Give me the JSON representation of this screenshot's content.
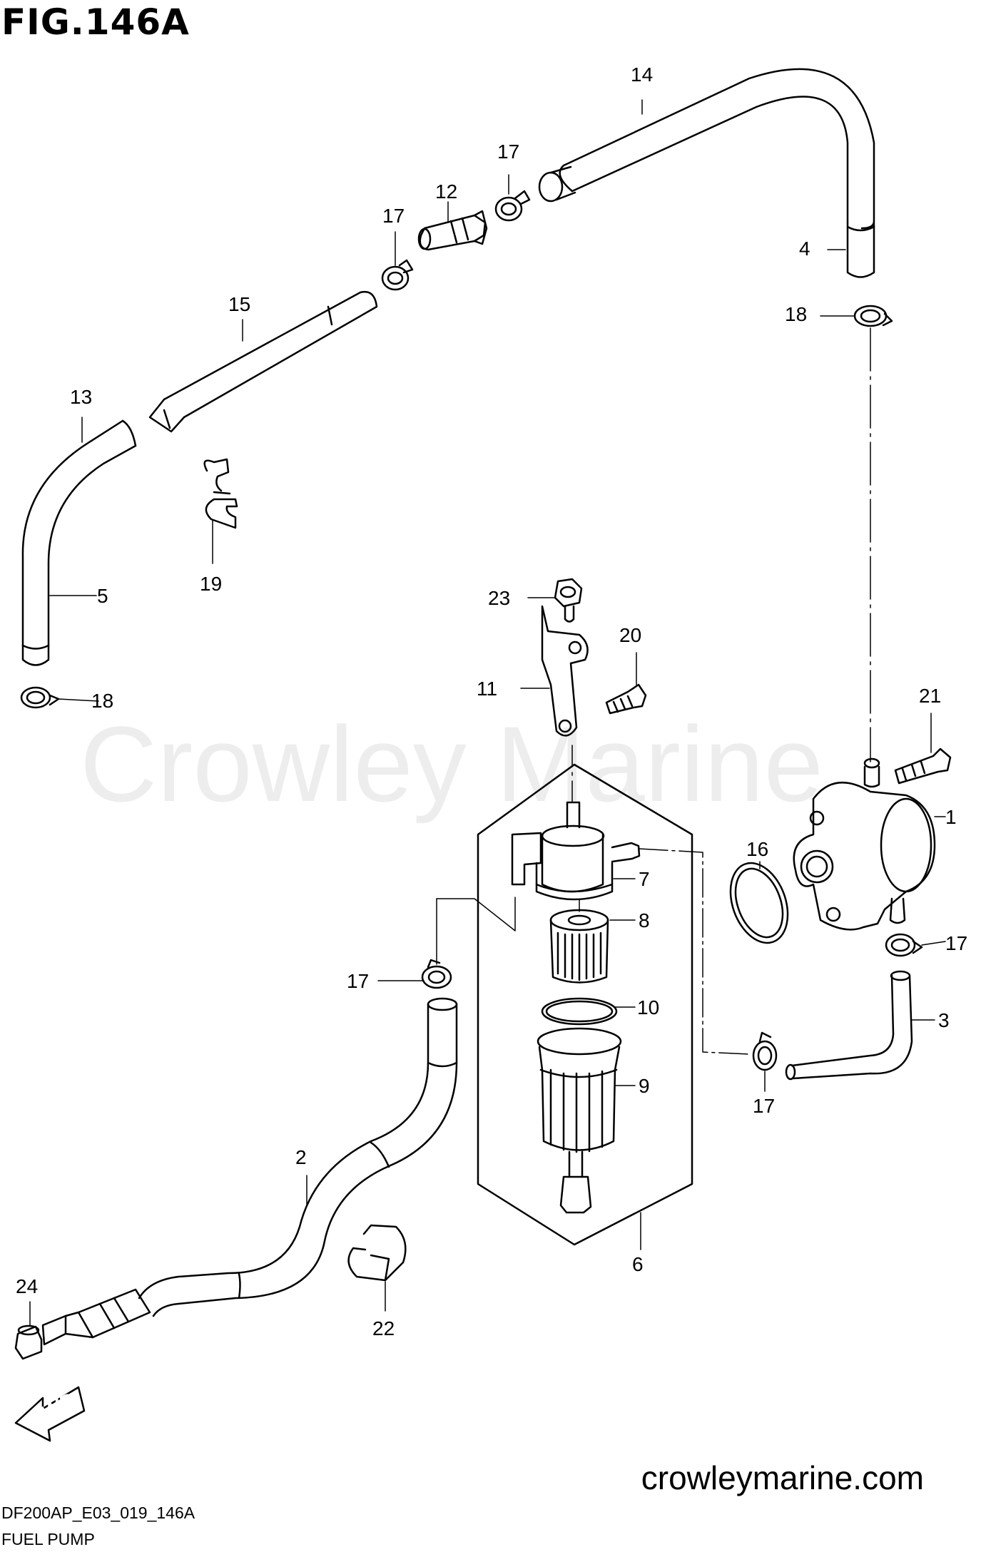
{
  "figure": {
    "title": "FIG.146A",
    "watermark": "Crowley Marine",
    "website": "crowleymarine.com",
    "model_code": "DF200AP_E03_019_146A",
    "caption": "FUEL PUMP",
    "fwd_label": "FWD"
  },
  "parts": {
    "p1": "1",
    "p2": "2",
    "p3": "3",
    "p4": "4",
    "p5": "5",
    "p6": "6",
    "p7": "7",
    "p8": "8",
    "p9": "9",
    "p10": "10",
    "p11": "11",
    "p12": "12",
    "p13": "13",
    "p14": "14",
    "p15": "15",
    "p16": "16",
    "p17a": "17",
    "p17b": "17",
    "p17c": "17",
    "p17d": "17",
    "p17e": "17",
    "p18a": "18",
    "p18b": "18",
    "p19": "19",
    "p20": "20",
    "p21": "21",
    "p22": "22",
    "p23": "23",
    "p24": "24"
  }
}
